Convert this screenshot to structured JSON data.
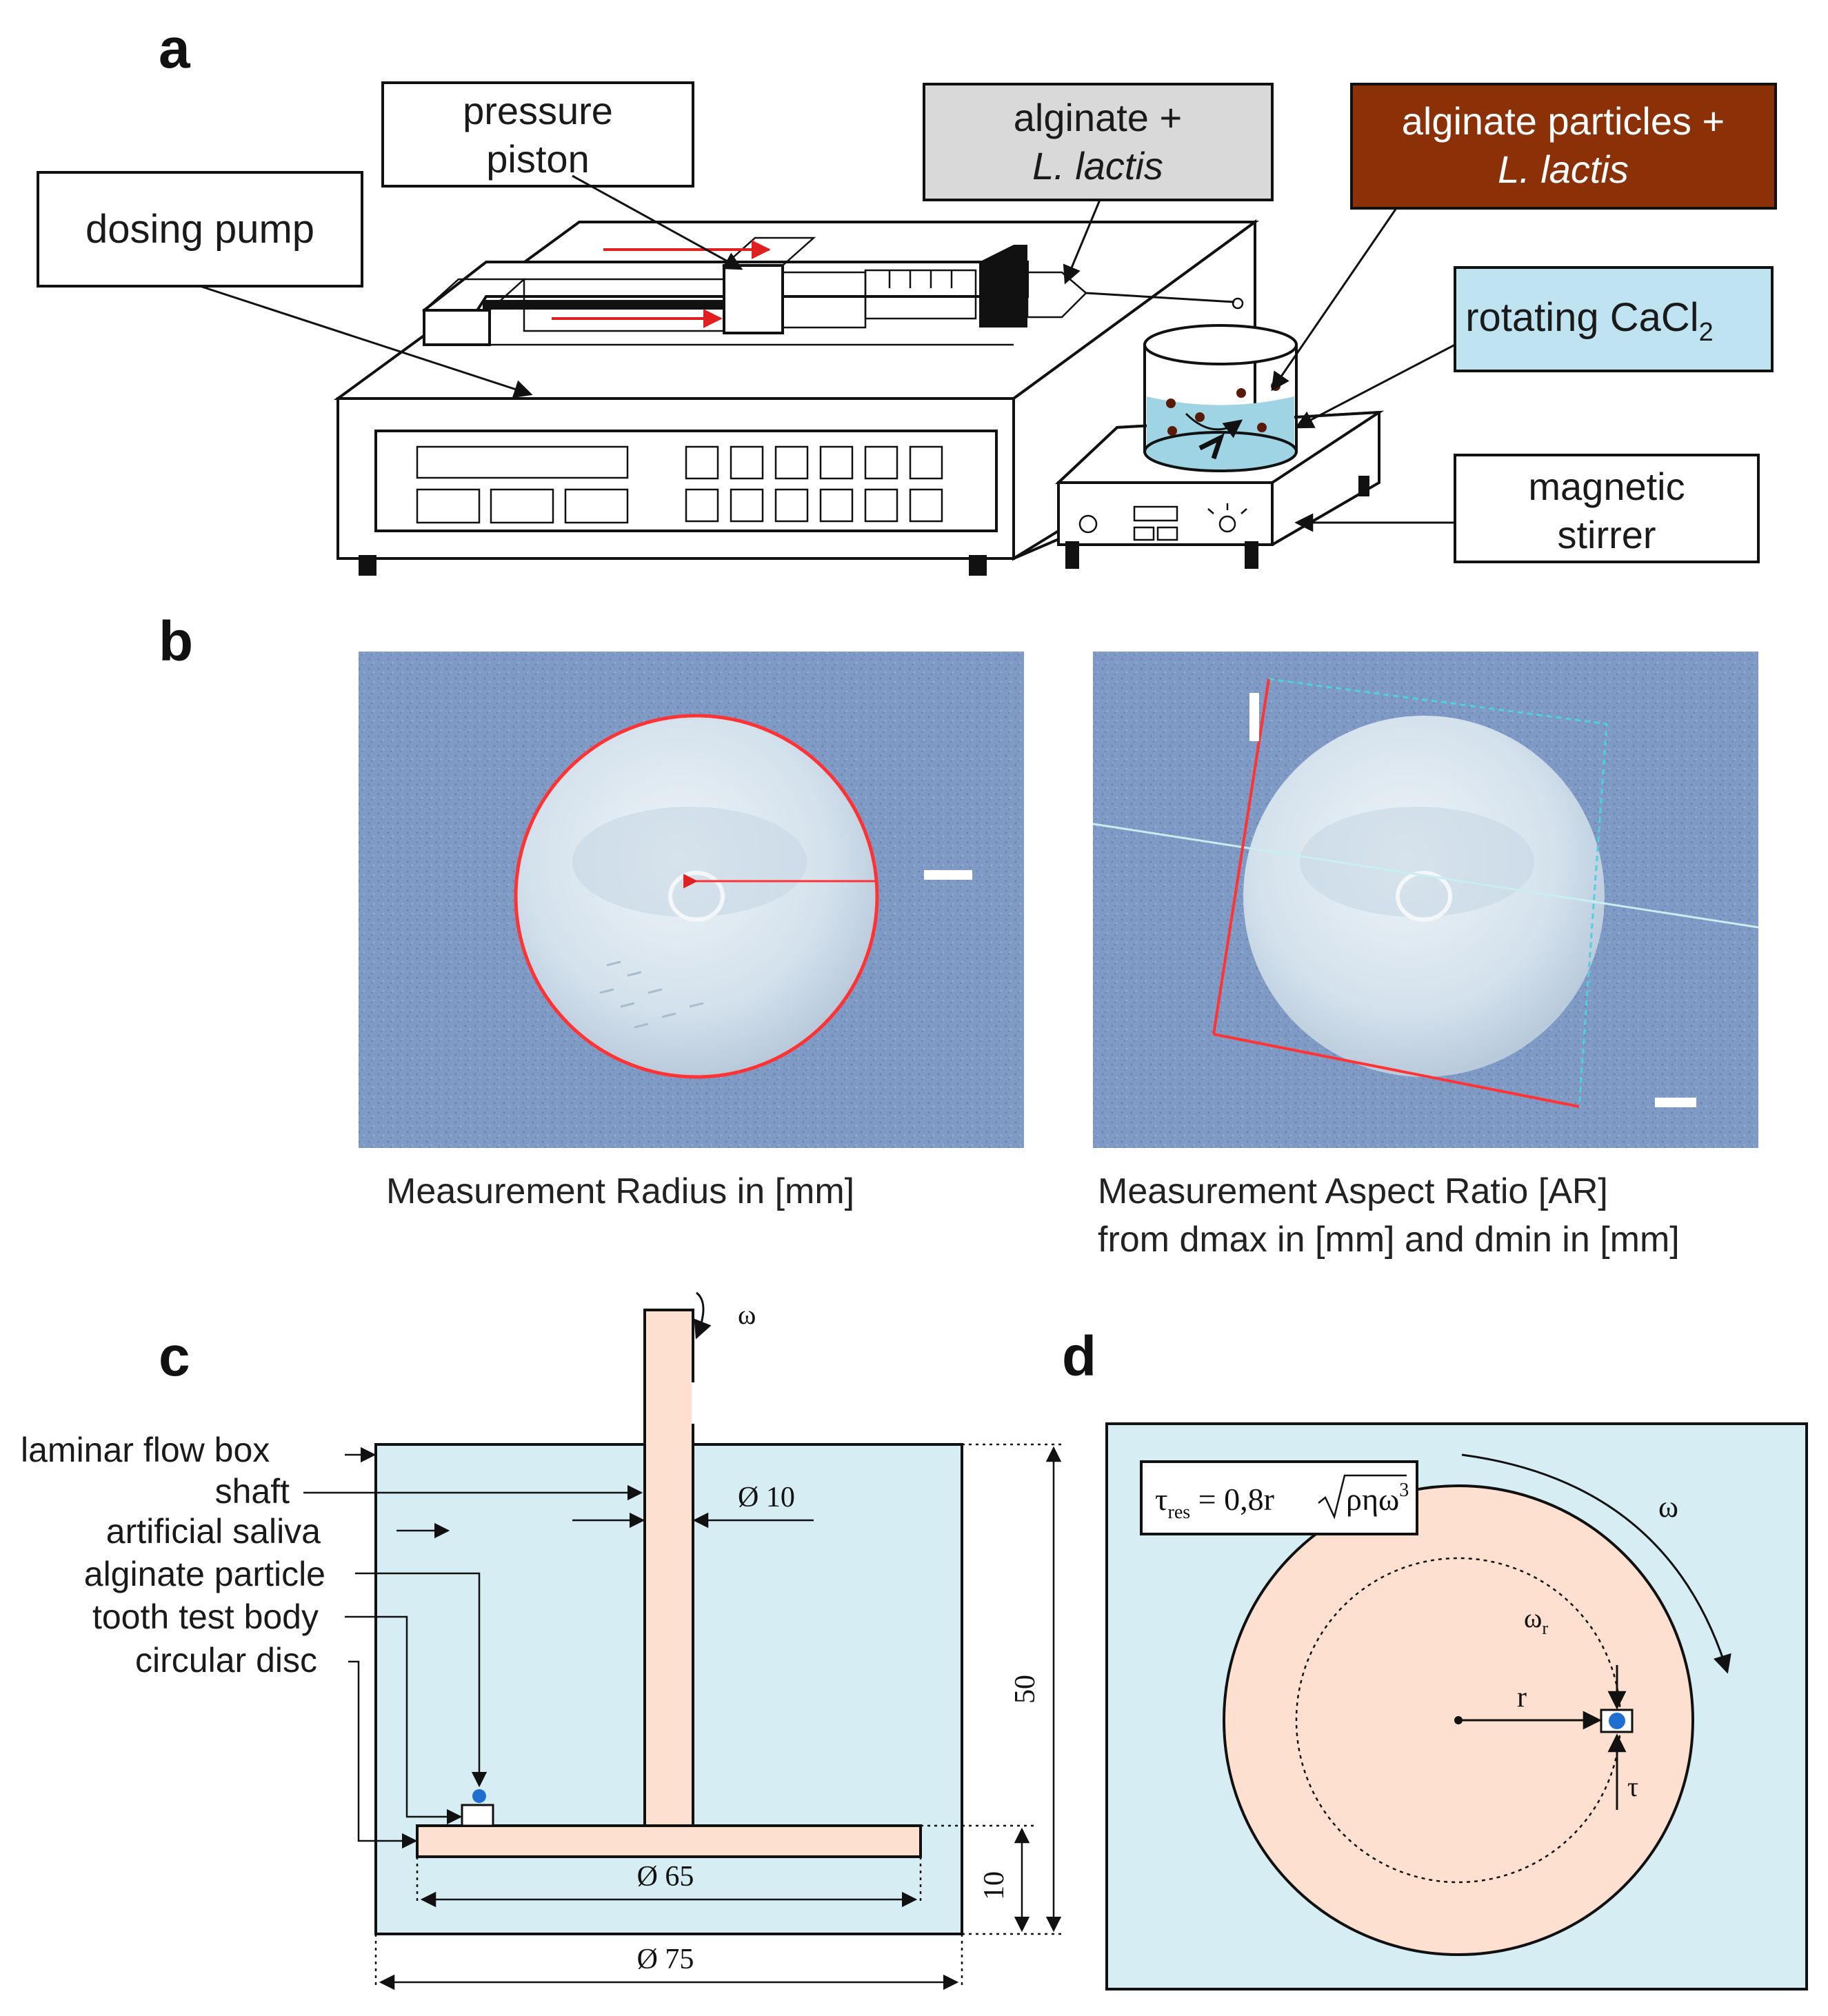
{
  "panels": {
    "a": {
      "letter": "a",
      "labels": {
        "dosing_pump": "dosing pump",
        "pressure_piston_1": "pressure",
        "pressure_piston_2": "piston",
        "alginate_1": "alginate +",
        "alginate_2": "L. lactis",
        "particles_1": "alginate particles +",
        "particles_2": "L. lactis",
        "rotating_pre": "rotating CaCl",
        "rotating_sub": "2",
        "stirrer_1": "magnetic",
        "stirrer_2": "stirrer"
      },
      "colors": {
        "alginate_box": "#d9d9d9",
        "particles_box": "#8b3007",
        "cacl2_box": "#bfe3f0",
        "arrow_red": "#e02020",
        "liquid": "#9fd4e4"
      }
    },
    "b": {
      "letter": "b",
      "caption_left": "Measurement Radius in [mm]",
      "caption_right_1": "Measurement Aspect Ratio [AR]",
      "caption_right_2": "from dmax in [mm] and dmin in [mm]",
      "colors": {
        "background": "#7f9ac4",
        "bead": "#d7e4ee",
        "measure_red": "#ff3333",
        "measure_cyan": "#4fd0e0"
      }
    },
    "c": {
      "letter": "c",
      "labels": {
        "laminar": "laminar flow box",
        "shaft": "shaft",
        "saliva": "artificial saliva",
        "particle": "alginate particle",
        "tooth": "tooth test body",
        "disc": "circular disc"
      },
      "omega": "ω",
      "dims": {
        "shaft_d": "Ø 10",
        "height": "50",
        "disc_h": "10",
        "disc_d": "Ø 65",
        "box_d": "Ø 75"
      },
      "colors": {
        "box_fill": "#d7edf4",
        "part_fill": "#fde0d0",
        "particle": "#1f6fd1"
      }
    },
    "d": {
      "letter": "d",
      "formula": {
        "tau": "τ",
        "sub": "res",
        "rhs_pre": " = 0,8r",
        "radicand": "ρηω",
        "power": "3"
      },
      "omega": "ω",
      "omega_r": "ω",
      "omega_r_sub": "r",
      "r": "r",
      "tau": "τ",
      "colors": {
        "box_fill": "#d7edf4",
        "disc_fill": "#fde0d0",
        "particle": "#1f6fd1"
      }
    }
  }
}
